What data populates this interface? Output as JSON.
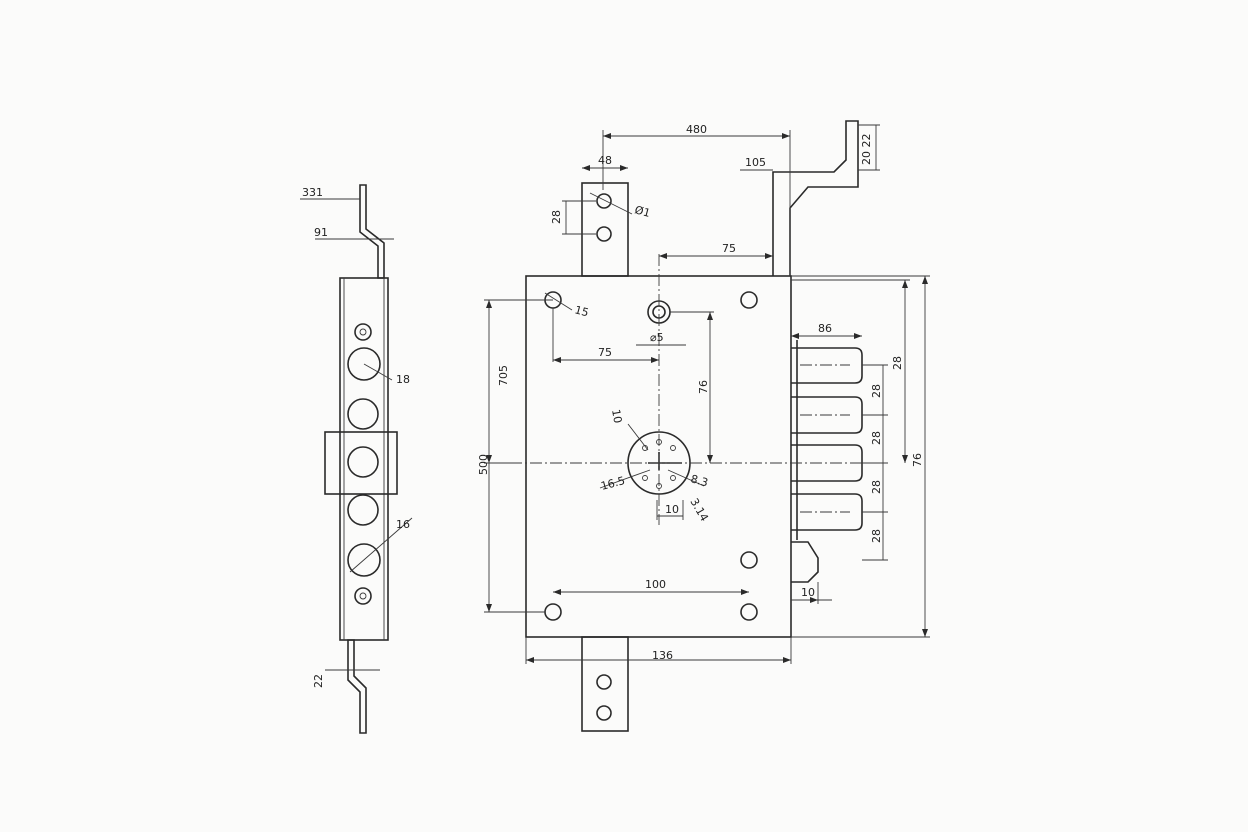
{
  "drawing": {
    "side_view": {
      "dims": {
        "top_offset": "331",
        "bend": "91",
        "cylinder_dia": "18",
        "lower_dia": "16",
        "bottom_offset": "22"
      }
    },
    "front_view": {
      "dims": {
        "overall_top": "480",
        "plate_width": "48",
        "plate_hole_pitch": "28",
        "plate_hole_dia": "Ø1",
        "arm_offset": "105",
        "arm_right": "20 22",
        "spindle_offset": "75",
        "corner_hole": "15",
        "body_height": "705",
        "spindle_dia": "⌀5",
        "spindle_horiz": "75",
        "spindle_to_hub": "76",
        "hub_pos": "10",
        "hub_left": "16.5",
        "hub_right": "8.3",
        "hub_small": "3.14",
        "hub_bottom": "10",
        "bolt_length": "86",
        "bolt_span_a": "28",
        "bolt_pitch_1": "28",
        "bolt_pitch_2": "28",
        "bolt_pitch_3": "28",
        "bolt_pitch_4": "28",
        "overall_right": "76",
        "overall_left": "500",
        "bottom_holes": "100",
        "latch_offset": "10",
        "body_width": "136"
      }
    }
  }
}
